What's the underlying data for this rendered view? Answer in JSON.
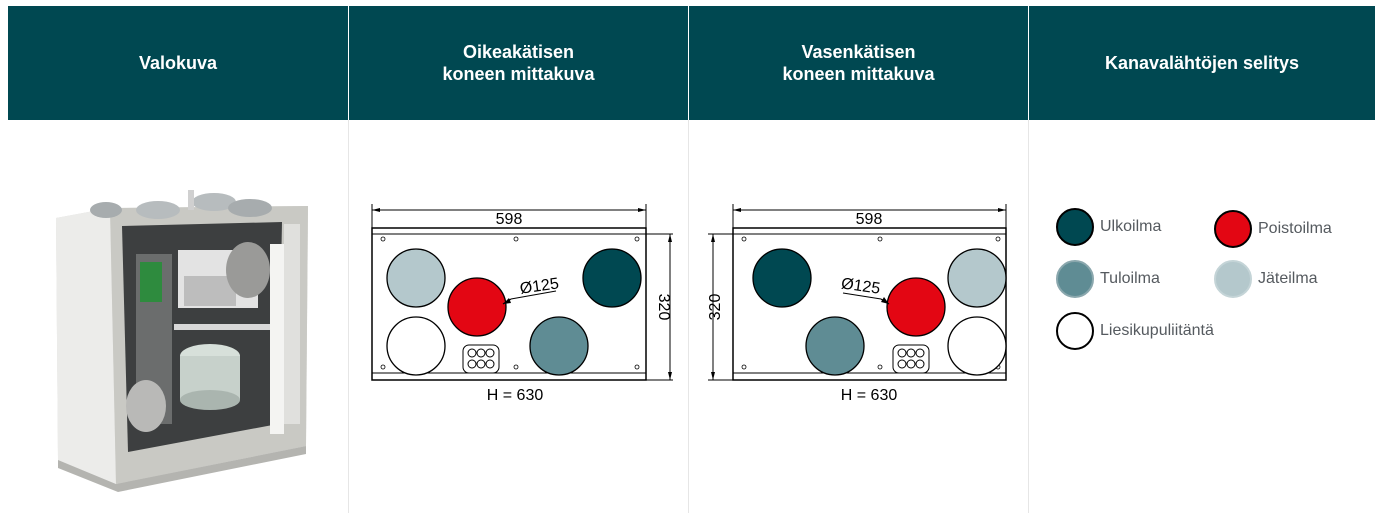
{
  "headers": [
    {
      "lines": [
        "Valokuva"
      ]
    },
    {
      "lines": [
        "Oikeakätisen",
        "koneen mittakuva"
      ]
    },
    {
      "lines": [
        "Vasenkätisen",
        "koneen mittakuva"
      ]
    },
    {
      "lines": [
        "Kanavalähtöjen selitys"
      ]
    }
  ],
  "drawing_right": {
    "width_label": "598",
    "height_label": "320",
    "diameter_label": "Ø125",
    "h_label": "H = 630"
  },
  "drawing_left": {
    "width_label": "598",
    "height_label": "320",
    "diameter_label": "Ø125",
    "h_label": "H = 630"
  },
  "legend": [
    {
      "label": "Ulkoilma",
      "color": "#004851"
    },
    {
      "label": "Poistoilma",
      "color": "#e30613"
    },
    {
      "label": "Tuloilma",
      "color": "#5f8c94"
    },
    {
      "label": "Jäteilma",
      "color": "#b4c8cc"
    },
    {
      "label": "Liesikupuliitäntä",
      "color": "#ffffff"
    }
  ],
  "colors": {
    "header_bg": "#004851",
    "outdoor": "#004851",
    "extract": "#e30613",
    "supply": "#5f8c94",
    "exhaust": "#b4c8cc",
    "hood": "#ffffff"
  }
}
